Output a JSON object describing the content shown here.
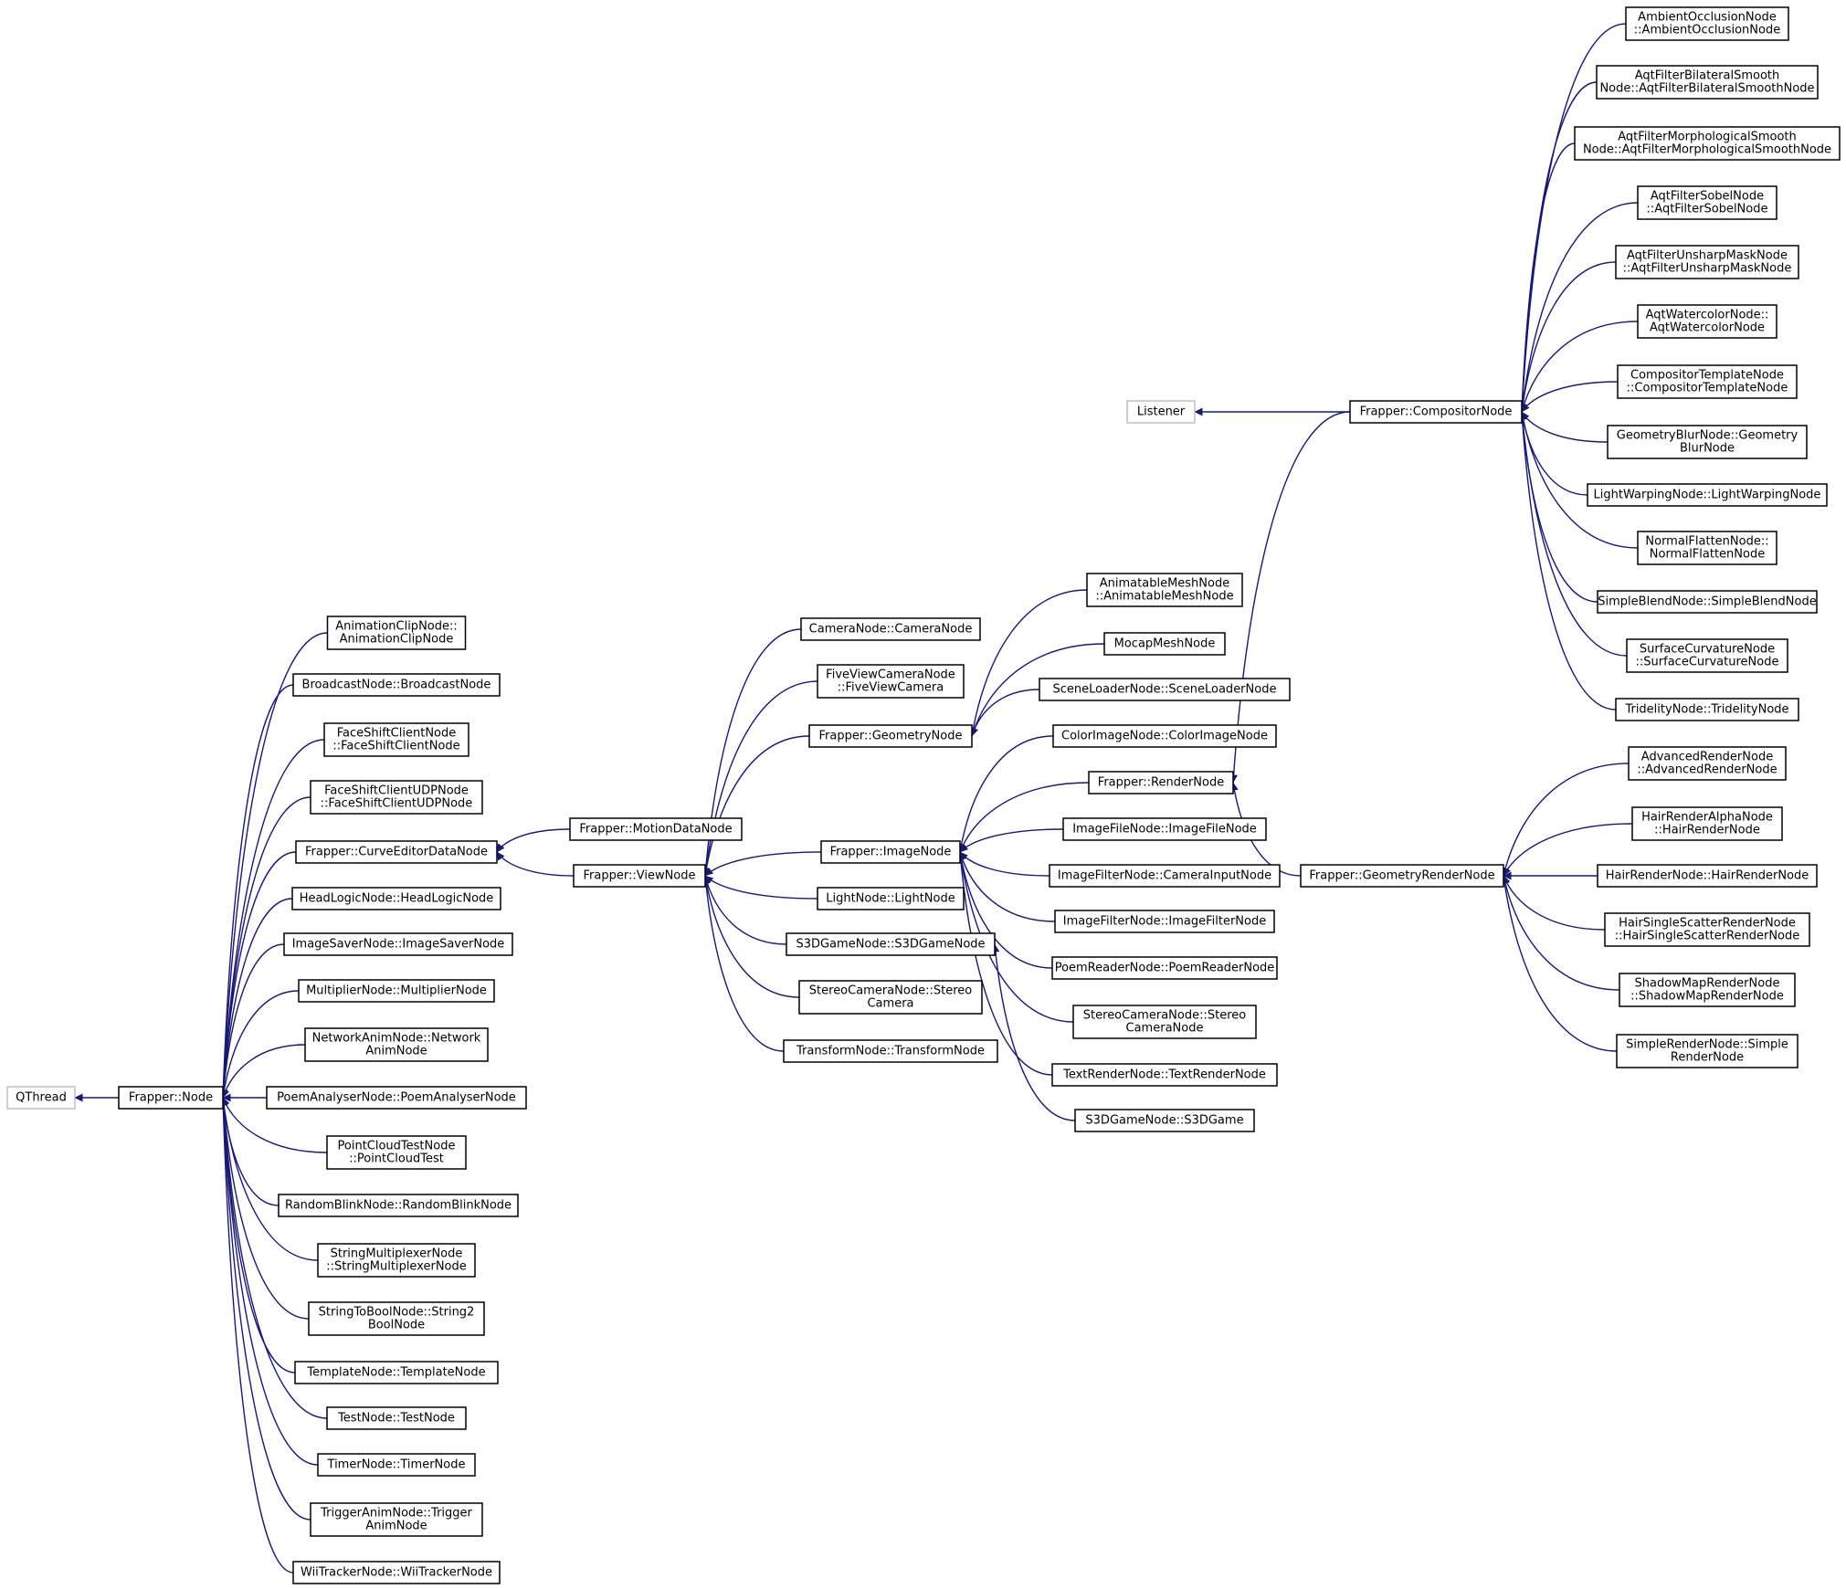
{
  "diagram": {
    "colors": {
      "edge": "#191970",
      "node_border": "#000000",
      "external_border": "#bfbfbf",
      "background": "#ffffff"
    },
    "nodes": [
      {
        "id": "qthread",
        "lines": [
          "QThread"
        ],
        "external": true
      },
      {
        "id": "node",
        "lines": [
          "Frapper::Node"
        ]
      },
      {
        "id": "animclip",
        "lines": [
          "AnimationClipNode::",
          "AnimationClipNode"
        ]
      },
      {
        "id": "broadcast",
        "lines": [
          "BroadcastNode::BroadcastNode"
        ]
      },
      {
        "id": "faceshift",
        "lines": [
          "FaceShiftClientNode",
          "::FaceShiftClientNode"
        ]
      },
      {
        "id": "faceshiftudp",
        "lines": [
          "FaceShiftClientUDPNode",
          "::FaceShiftClientUDPNode"
        ]
      },
      {
        "id": "curveeditor",
        "lines": [
          "Frapper::CurveEditorDataNode"
        ]
      },
      {
        "id": "headlogic",
        "lines": [
          "HeadLogicNode::HeadLogicNode"
        ]
      },
      {
        "id": "imagesaver",
        "lines": [
          "ImageSaverNode::ImageSaverNode"
        ]
      },
      {
        "id": "multiplier",
        "lines": [
          "MultiplierNode::MultiplierNode"
        ]
      },
      {
        "id": "networkanim",
        "lines": [
          "NetworkAnimNode::Network",
          "AnimNode"
        ]
      },
      {
        "id": "poemanalyser",
        "lines": [
          "PoemAnalyserNode::PoemAnalyserNode"
        ]
      },
      {
        "id": "pointcloud",
        "lines": [
          "PointCloudTestNode",
          "::PointCloudTest"
        ]
      },
      {
        "id": "randomblink",
        "lines": [
          "RandomBlinkNode::RandomBlinkNode"
        ]
      },
      {
        "id": "stringmux",
        "lines": [
          "StringMultiplexerNode",
          "::StringMultiplexerNode"
        ]
      },
      {
        "id": "stringtobool",
        "lines": [
          "StringToBoolNode::String2",
          "BoolNode"
        ]
      },
      {
        "id": "template",
        "lines": [
          "TemplateNode::TemplateNode"
        ]
      },
      {
        "id": "test",
        "lines": [
          "TestNode::TestNode"
        ]
      },
      {
        "id": "timer",
        "lines": [
          "TimerNode::TimerNode"
        ]
      },
      {
        "id": "triggeranim",
        "lines": [
          "TriggerAnimNode::Trigger",
          "AnimNode"
        ]
      },
      {
        "id": "wiitracker",
        "lines": [
          "WiiTrackerNode::WiiTrackerNode"
        ]
      },
      {
        "id": "motiondata",
        "lines": [
          "Frapper::MotionDataNode"
        ]
      },
      {
        "id": "viewnode",
        "lines": [
          "Frapper::ViewNode"
        ]
      },
      {
        "id": "camera",
        "lines": [
          "CameraNode::CameraNode"
        ]
      },
      {
        "id": "fiveview",
        "lines": [
          "FiveViewCameraNode",
          "::FiveViewCamera"
        ]
      },
      {
        "id": "geometry",
        "lines": [
          "Frapper::GeometryNode"
        ]
      },
      {
        "id": "imagenode",
        "lines": [
          "Frapper::ImageNode"
        ]
      },
      {
        "id": "light",
        "lines": [
          "LightNode::LightNode"
        ]
      },
      {
        "id": "s3dgamenode",
        "lines": [
          "S3DGameNode::S3DGameNode"
        ]
      },
      {
        "id": "stereocam1",
        "lines": [
          "StereoCameraNode::Stereo",
          "Camera"
        ]
      },
      {
        "id": "transform",
        "lines": [
          "TransformNode::TransformNode"
        ]
      },
      {
        "id": "animmesh",
        "lines": [
          "AnimatableMeshNode",
          "::AnimatableMeshNode"
        ]
      },
      {
        "id": "mocapmesh",
        "lines": [
          "MocapMeshNode"
        ]
      },
      {
        "id": "sceneloader",
        "lines": [
          "SceneLoaderNode::SceneLoaderNode"
        ]
      },
      {
        "id": "colorimage",
        "lines": [
          "ColorImageNode::ColorImageNode"
        ]
      },
      {
        "id": "render",
        "lines": [
          "Frapper::RenderNode"
        ]
      },
      {
        "id": "imagefile",
        "lines": [
          "ImageFileNode::ImageFileNode"
        ]
      },
      {
        "id": "imagefiltercam",
        "lines": [
          "ImageFilterNode::CameraInputNode"
        ]
      },
      {
        "id": "imagefilter",
        "lines": [
          "ImageFilterNode::ImageFilterNode"
        ]
      },
      {
        "id": "poemreader",
        "lines": [
          "PoemReaderNode::PoemReaderNode"
        ]
      },
      {
        "id": "stereocam2",
        "lines": [
          "StereoCameraNode::Stereo",
          "CameraNode"
        ]
      },
      {
        "id": "textrender",
        "lines": [
          "TextRenderNode::TextRenderNode"
        ]
      },
      {
        "id": "s3dgame",
        "lines": [
          "S3DGameNode::S3DGame"
        ]
      },
      {
        "id": "listener",
        "lines": [
          "Listener"
        ],
        "external": true
      },
      {
        "id": "compositor",
        "lines": [
          "Frapper::CompositorNode"
        ]
      },
      {
        "id": "ambient",
        "lines": [
          "AmbientOcclusionNode",
          "::AmbientOcclusionNode"
        ]
      },
      {
        "id": "bilateral",
        "lines": [
          "AqtFilterBilateralSmooth",
          "Node::AqtFilterBilateralSmoothNode"
        ]
      },
      {
        "id": "morpho",
        "lines": [
          "AqtFilterMorphologicalSmooth",
          "Node::AqtFilterMorphologicalSmoothNode"
        ]
      },
      {
        "id": "sobel",
        "lines": [
          "AqtFilterSobelNode",
          "::AqtFilterSobelNode"
        ]
      },
      {
        "id": "unsharp",
        "lines": [
          "AqtFilterUnsharpMaskNode",
          "::AqtFilterUnsharpMaskNode"
        ]
      },
      {
        "id": "watercolor",
        "lines": [
          "AqtWatercolorNode::",
          "AqtWatercolorNode"
        ]
      },
      {
        "id": "comptemplate",
        "lines": [
          "CompositorTemplateNode",
          "::CompositorTemplateNode"
        ]
      },
      {
        "id": "geomblur",
        "lines": [
          "GeometryBlurNode::Geometry",
          "BlurNode"
        ]
      },
      {
        "id": "lightwarp",
        "lines": [
          "LightWarpingNode::LightWarpingNode"
        ]
      },
      {
        "id": "normalflatten",
        "lines": [
          "NormalFlattenNode::",
          "NormalFlattenNode"
        ]
      },
      {
        "id": "simpleblend",
        "lines": [
          "SimpleBlendNode::SimpleBlendNode"
        ]
      },
      {
        "id": "surfacecurv",
        "lines": [
          "SurfaceCurvatureNode",
          "::SurfaceCurvatureNode"
        ]
      },
      {
        "id": "tridelity",
        "lines": [
          "TridelityNode::TridelityNode"
        ]
      },
      {
        "id": "geomrender",
        "lines": [
          "Frapper::GeometryRenderNode"
        ]
      },
      {
        "id": "advrender",
        "lines": [
          "AdvancedRenderNode",
          "::AdvancedRenderNode"
        ]
      },
      {
        "id": "hairalpha",
        "lines": [
          "HairRenderAlphaNode",
          "::HairRenderNode"
        ]
      },
      {
        "id": "hairrender",
        "lines": [
          "HairRenderNode::HairRenderNode"
        ]
      },
      {
        "id": "hairsingle",
        "lines": [
          "HairSingleScatterRenderNode",
          "::HairSingleScatterRenderNode"
        ]
      },
      {
        "id": "shadowmap",
        "lines": [
          "ShadowMapRenderNode",
          "::ShadowMapRenderNode"
        ]
      },
      {
        "id": "simplerender",
        "lines": [
          "SimpleRenderNode::Simple",
          "RenderNode"
        ]
      }
    ],
    "edges": [
      {
        "from": "node",
        "to": "qthread"
      },
      {
        "from": "animclip",
        "to": "node"
      },
      {
        "from": "broadcast",
        "to": "node"
      },
      {
        "from": "faceshift",
        "to": "node"
      },
      {
        "from": "faceshiftudp",
        "to": "node"
      },
      {
        "from": "curveeditor",
        "to": "node"
      },
      {
        "from": "headlogic",
        "to": "node"
      },
      {
        "from": "imagesaver",
        "to": "node"
      },
      {
        "from": "multiplier",
        "to": "node"
      },
      {
        "from": "networkanim",
        "to": "node"
      },
      {
        "from": "poemanalyser",
        "to": "node"
      },
      {
        "from": "pointcloud",
        "to": "node"
      },
      {
        "from": "randomblink",
        "to": "node"
      },
      {
        "from": "stringmux",
        "to": "node"
      },
      {
        "from": "stringtobool",
        "to": "node"
      },
      {
        "from": "template",
        "to": "node"
      },
      {
        "from": "test",
        "to": "node"
      },
      {
        "from": "timer",
        "to": "node"
      },
      {
        "from": "triggeranim",
        "to": "node"
      },
      {
        "from": "wiitracker",
        "to": "node"
      },
      {
        "from": "motiondata",
        "to": "curveeditor"
      },
      {
        "from": "viewnode",
        "to": "curveeditor"
      },
      {
        "from": "camera",
        "to": "viewnode"
      },
      {
        "from": "fiveview",
        "to": "viewnode"
      },
      {
        "from": "geometry",
        "to": "viewnode"
      },
      {
        "from": "imagenode",
        "to": "viewnode"
      },
      {
        "from": "light",
        "to": "viewnode"
      },
      {
        "from": "s3dgamenode",
        "to": "viewnode"
      },
      {
        "from": "stereocam1",
        "to": "viewnode"
      },
      {
        "from": "transform",
        "to": "viewnode"
      },
      {
        "from": "animmesh",
        "to": "geometry"
      },
      {
        "from": "mocapmesh",
        "to": "geometry"
      },
      {
        "from": "sceneloader",
        "to": "geometry"
      },
      {
        "from": "colorimage",
        "to": "imagenode"
      },
      {
        "from": "render",
        "to": "imagenode"
      },
      {
        "from": "imagefile",
        "to": "imagenode"
      },
      {
        "from": "imagefiltercam",
        "to": "imagenode"
      },
      {
        "from": "imagefilter",
        "to": "imagenode"
      },
      {
        "from": "poemreader",
        "to": "imagenode"
      },
      {
        "from": "stereocam2",
        "to": "imagenode"
      },
      {
        "from": "textrender",
        "to": "imagenode"
      },
      {
        "from": "s3dgame",
        "to": "s3dgamenode"
      },
      {
        "from": "compositor",
        "to": "listener"
      },
      {
        "from": "compositor",
        "to": "render"
      },
      {
        "from": "geomrender",
        "to": "render"
      },
      {
        "from": "ambient",
        "to": "compositor"
      },
      {
        "from": "bilateral",
        "to": "compositor"
      },
      {
        "from": "morpho",
        "to": "compositor"
      },
      {
        "from": "sobel",
        "to": "compositor"
      },
      {
        "from": "unsharp",
        "to": "compositor"
      },
      {
        "from": "watercolor",
        "to": "compositor"
      },
      {
        "from": "comptemplate",
        "to": "compositor"
      },
      {
        "from": "geomblur",
        "to": "compositor"
      },
      {
        "from": "lightwarp",
        "to": "compositor"
      },
      {
        "from": "normalflatten",
        "to": "compositor"
      },
      {
        "from": "simpleblend",
        "to": "compositor"
      },
      {
        "from": "surfacecurv",
        "to": "compositor"
      },
      {
        "from": "tridelity",
        "to": "compositor"
      },
      {
        "from": "advrender",
        "to": "geomrender"
      },
      {
        "from": "hairalpha",
        "to": "geomrender"
      },
      {
        "from": "hairrender",
        "to": "geomrender"
      },
      {
        "from": "hairsingle",
        "to": "geomrender"
      },
      {
        "from": "shadowmap",
        "to": "geomrender"
      },
      {
        "from": "simplerender",
        "to": "geomrender"
      }
    ]
  }
}
